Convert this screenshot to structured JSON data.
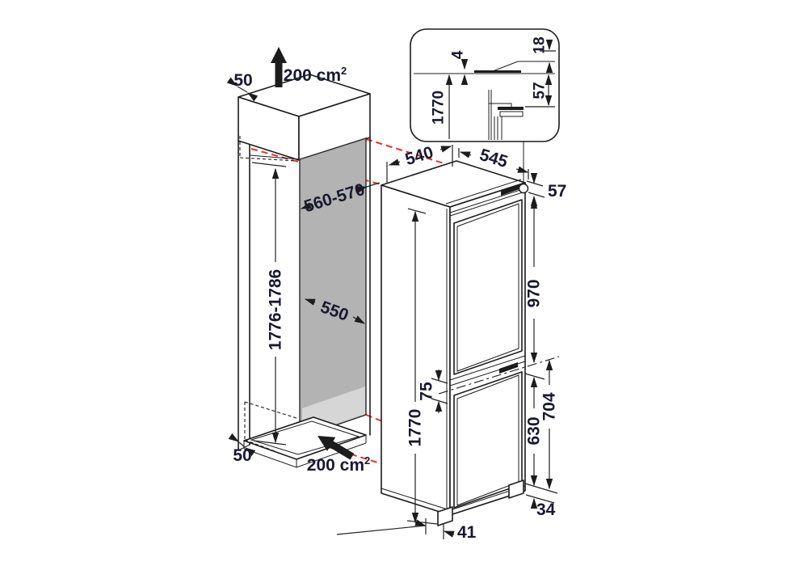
{
  "colors": {
    "line": "#1c1c1c",
    "label_text": "#181830",
    "alignment_dashed": "#e8352b",
    "niche_panel_gray": "#b3b3b3",
    "niche_floor_gray": "#d6d6d6",
    "background": "#ffffff"
  },
  "niche": {
    "top_clearance": "50",
    "top_vent_value": "200 cm",
    "top_vent_exp": "2",
    "width_range": "560-570",
    "height_range": "1776-1786",
    "depth": "550",
    "bottom_clearance": "50",
    "bottom_vent_value": "200 cm",
    "bottom_vent_exp": "2"
  },
  "appliance": {
    "top_width": "540",
    "top_depth": "545",
    "hinge_offset": "57",
    "upper_door_height": "970",
    "door_gap": "75",
    "total_height": "1770",
    "lower_door_height": "630",
    "lower_section_height": "704",
    "bottom_clearance": "34",
    "foot_inset": "41"
  },
  "detail_inset": {
    "top_gap": "4",
    "overlap": "18",
    "hinge_distance": "57",
    "niche_height": "1770"
  }
}
